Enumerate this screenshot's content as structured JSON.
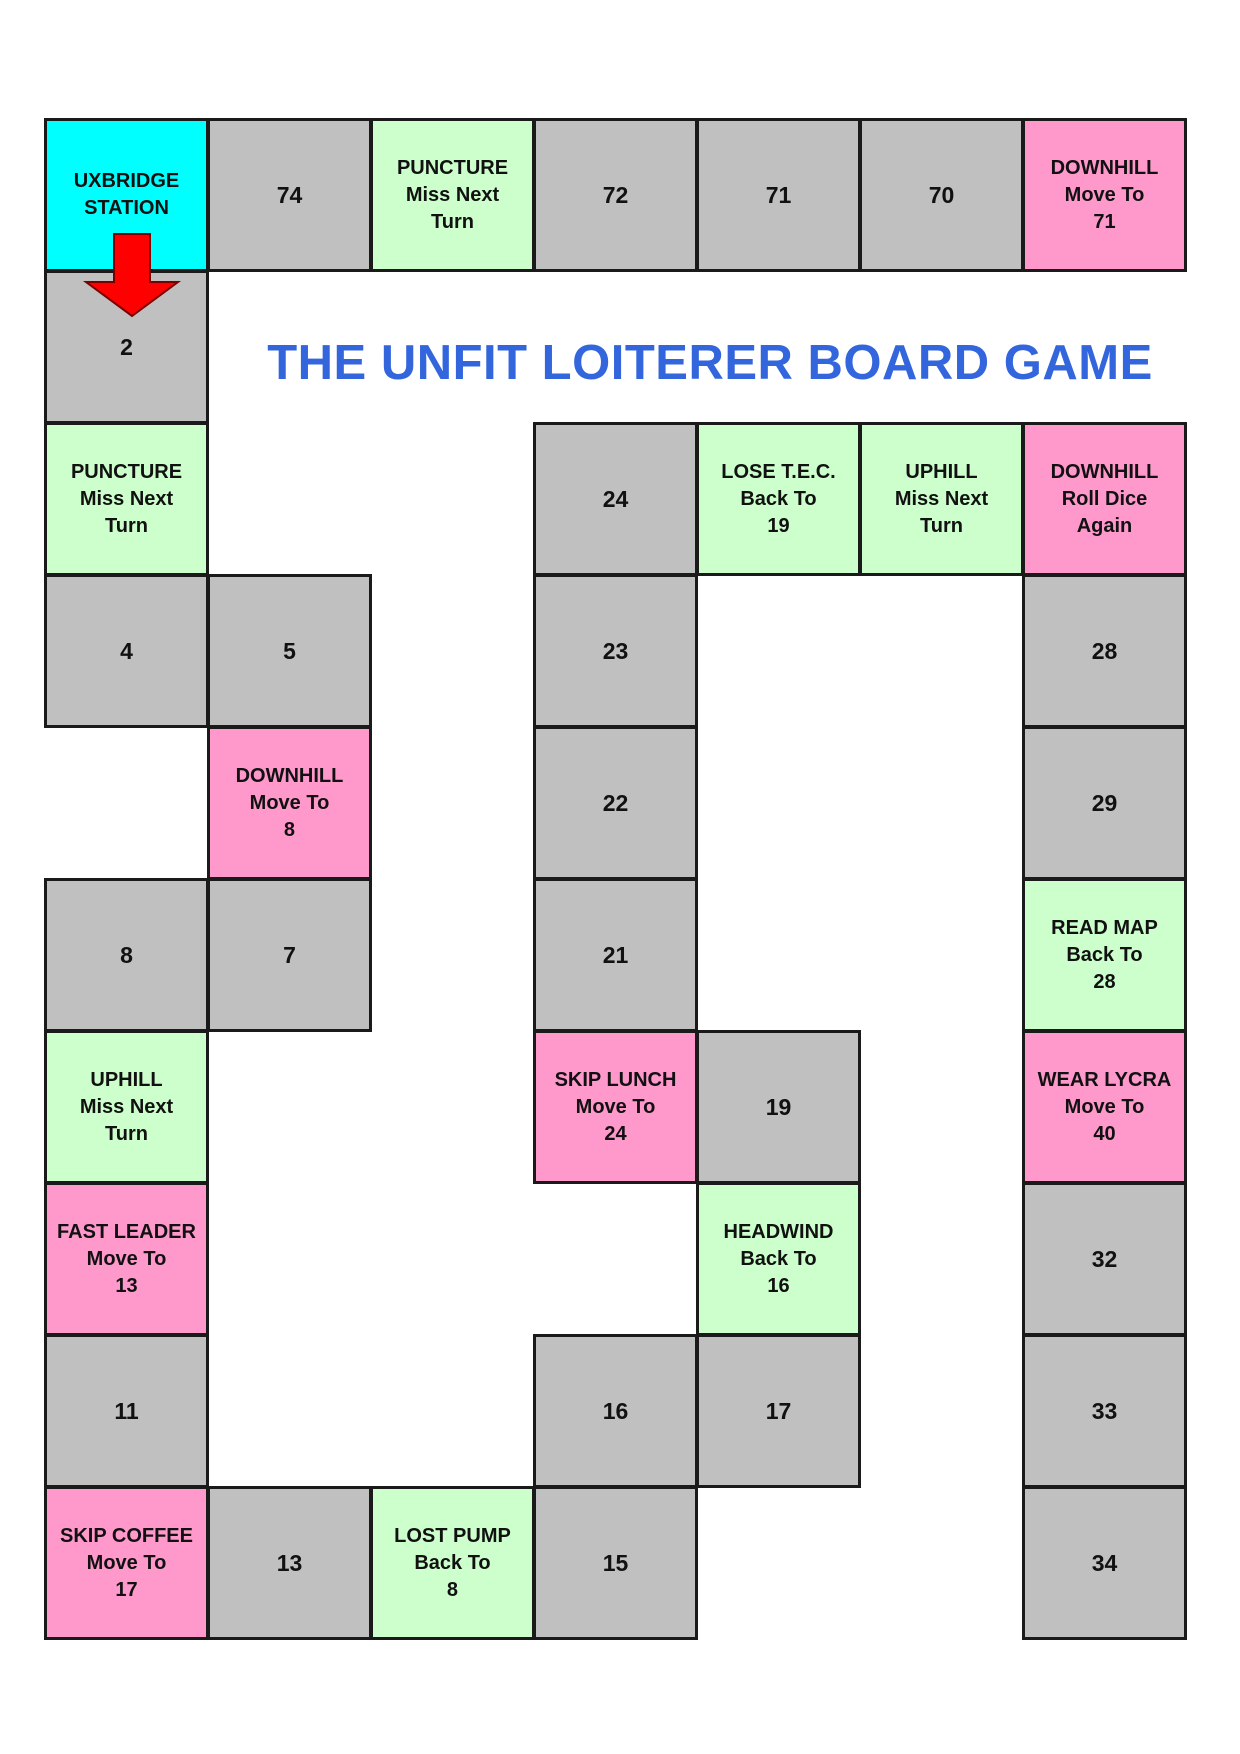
{
  "title": "THE UNFIT LOITERER BOARD GAME",
  "colors": {
    "gray": "#c0c0c0",
    "green": "#ccffcc",
    "pink": "#ff99cc",
    "cyan": "#00ffff",
    "title": "#3366dd",
    "arrow": "#ff0000"
  },
  "start_arrow_icon": "down-arrow-icon",
  "cells": [
    {
      "id": "start",
      "text": "UXBRIDGE\nSTATION",
      "color": "cyan",
      "col": 0,
      "row": 0
    },
    {
      "id": "74",
      "text": "74",
      "color": "gray",
      "col": 1,
      "row": 0
    },
    {
      "id": "73",
      "text": "PUNCTURE\nMiss Next\nTurn",
      "color": "green",
      "col": 2,
      "row": 0
    },
    {
      "id": "72",
      "text": "72",
      "color": "gray",
      "col": 3,
      "row": 0
    },
    {
      "id": "71",
      "text": "71",
      "color": "gray",
      "col": 4,
      "row": 0
    },
    {
      "id": "70",
      "text": "70",
      "color": "gray",
      "col": 5,
      "row": 0
    },
    {
      "id": "69",
      "text": "DOWNHILL\nMove To\n71",
      "color": "pink",
      "col": 6,
      "row": 0
    },
    {
      "id": "2",
      "text": "2",
      "color": "gray",
      "col": 0,
      "row": 1
    },
    {
      "id": "3",
      "text": "PUNCTURE\nMiss Next\nTurn",
      "color": "green",
      "col": 0,
      "row": 2
    },
    {
      "id": "24",
      "text": "24",
      "color": "gray",
      "col": 3,
      "row": 2
    },
    {
      "id": "25",
      "text": "LOSE T.E.C.\nBack To\n19",
      "color": "green",
      "col": 4,
      "row": 2
    },
    {
      "id": "26",
      "text": "UPHILL\nMiss Next\nTurn",
      "color": "green",
      "col": 5,
      "row": 2
    },
    {
      "id": "27",
      "text": "DOWNHILL\nRoll Dice\nAgain",
      "color": "pink",
      "col": 6,
      "row": 2
    },
    {
      "id": "4",
      "text": "4",
      "color": "gray",
      "col": 0,
      "row": 3
    },
    {
      "id": "5",
      "text": "5",
      "color": "gray",
      "col": 1,
      "row": 3
    },
    {
      "id": "23",
      "text": "23",
      "color": "gray",
      "col": 3,
      "row": 3
    },
    {
      "id": "28",
      "text": "28",
      "color": "gray",
      "col": 6,
      "row": 3
    },
    {
      "id": "6",
      "text": "DOWNHILL\nMove To\n8",
      "color": "pink",
      "col": 1,
      "row": 4
    },
    {
      "id": "22",
      "text": "22",
      "color": "gray",
      "col": 3,
      "row": 4
    },
    {
      "id": "29",
      "text": "29",
      "color": "gray",
      "col": 6,
      "row": 4
    },
    {
      "id": "8",
      "text": "8",
      "color": "gray",
      "col": 0,
      "row": 5
    },
    {
      "id": "7",
      "text": "7",
      "color": "gray",
      "col": 1,
      "row": 5
    },
    {
      "id": "21",
      "text": "21",
      "color": "gray",
      "col": 3,
      "row": 5
    },
    {
      "id": "30",
      "text": "READ MAP\nBack To\n28",
      "color": "green",
      "col": 6,
      "row": 5
    },
    {
      "id": "9",
      "text": "UPHILL\nMiss Next\nTurn",
      "color": "green",
      "col": 0,
      "row": 6
    },
    {
      "id": "20",
      "text": "SKIP LUNCH\nMove To\n24",
      "color": "pink",
      "col": 3,
      "row": 6
    },
    {
      "id": "19",
      "text": "19",
      "color": "gray",
      "col": 4,
      "row": 6
    },
    {
      "id": "31",
      "text": "WEAR LYCRA\nMove To\n40",
      "color": "pink",
      "col": 6,
      "row": 6
    },
    {
      "id": "10",
      "text": "FAST LEADER\nMove To\n13",
      "color": "pink",
      "col": 0,
      "row": 7
    },
    {
      "id": "18",
      "text": "HEADWIND\nBack To\n16",
      "color": "green",
      "col": 4,
      "row": 7
    },
    {
      "id": "32",
      "text": "32",
      "color": "gray",
      "col": 6,
      "row": 7
    },
    {
      "id": "11",
      "text": "11",
      "color": "gray",
      "col": 0,
      "row": 8
    },
    {
      "id": "16",
      "text": "16",
      "color": "gray",
      "col": 3,
      "row": 8
    },
    {
      "id": "17",
      "text": "17",
      "color": "gray",
      "col": 4,
      "row": 8
    },
    {
      "id": "33",
      "text": "33",
      "color": "gray",
      "col": 6,
      "row": 8
    },
    {
      "id": "12",
      "text": "SKIP COFFEE\nMove To\n17",
      "color": "pink",
      "col": 0,
      "row": 9
    },
    {
      "id": "13",
      "text": "13",
      "color": "gray",
      "col": 1,
      "row": 9
    },
    {
      "id": "14",
      "text": "LOST PUMP\nBack To\n8",
      "color": "green",
      "col": 2,
      "row": 9
    },
    {
      "id": "15",
      "text": "15",
      "color": "gray",
      "col": 3,
      "row": 9
    },
    {
      "id": "34",
      "text": "34",
      "color": "gray",
      "col": 6,
      "row": 9
    }
  ]
}
